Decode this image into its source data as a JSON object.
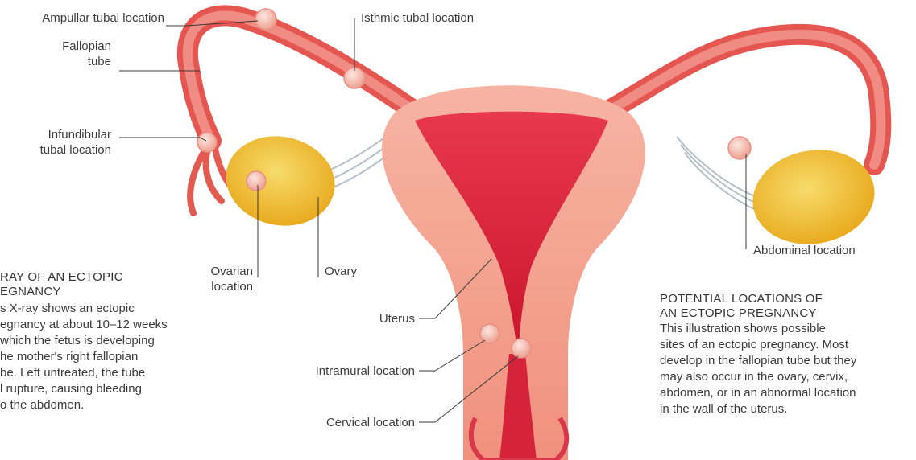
{
  "labels": {
    "ampullar": "Ampullar tubal location",
    "isthmic": "Isthmic tubal location",
    "fallopian_line1": "Fallopian",
    "fallopian_line2": "tube",
    "infundibular_line1": "Infundibular",
    "infundibular_line2": "tubal location",
    "ovarian_line1": "Ovarian",
    "ovarian_line2": "location",
    "ovary": "Ovary",
    "uterus": "Uterus",
    "intramural": "Intramural location",
    "cervical": "Cervical location",
    "abdominal": "Abdominal location"
  },
  "xray_caption": {
    "title_line1": "RAY OF AN ECTOPIC",
    "title_line2": "EGNANCY",
    "body": [
      "s X-ray shows an ectopic",
      "egnancy at about 10–12 weeks",
      "which the fetus is developing",
      "he mother's right fallopian",
      "be. Left untreated, the tube",
      "l rupture, causing bleeding",
      "o the abdomen."
    ]
  },
  "locations_caption": {
    "title_line1": "POTENTIAL LOCATIONS OF",
    "title_line2": "AN ECTOPIC PREGNANCY",
    "body": [
      "This illustration shows possible",
      "sites of an ectopic pregnancy. Most",
      "develop in the fallopian tube but they",
      "may also occur in the ovary, cervix,",
      "abdomen, or in an abnormal location",
      "in the wall of the uterus."
    ]
  },
  "colors": {
    "uterus_outer": "#f2a08c",
    "uterus_inner": "#e0263f",
    "tube": "#ec6a6a",
    "ovary": "#f2c43a",
    "embryo": "#f6c2b8",
    "ligament": "#b9c3cc"
  }
}
